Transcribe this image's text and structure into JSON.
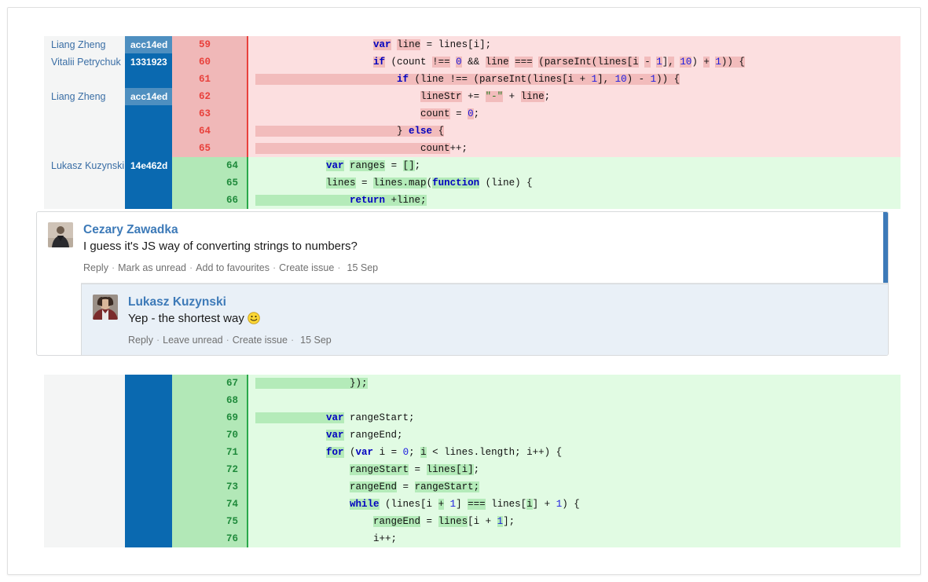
{
  "diff_top": {
    "rows": [
      {
        "author": "Liang Zheng",
        "hash": "acc14ed",
        "hash_shade": "light",
        "num": "59",
        "type": "del",
        "code_html": "                    <span class=\"w kw\">var</span> <span class=\"w\">line</span> = lines[i];"
      },
      {
        "author": "Vitalii Petrychuk",
        "hash": "1331923",
        "hash_shade": "dark",
        "num": "60",
        "type": "del",
        "code_html": "                    <span class=\"w kw\">if</span> (count <span class=\"w\">!==</span> <span class=\"w num\">0</span> &amp;&amp; <span class=\"w\">line</span> <span class=\"w\">===</span> <span class=\"w\">(parseInt(lines[i</span> <span class=\"w\">-</span> <span class=\"w num\">1</span>]<span class=\"w\">,</span> <span class=\"w num\">10</span>) <span class=\"w\">+</span> <span class=\"w num\">1</span><span class=\"w\">)) {</span>"
      },
      {
        "author": "",
        "hash": "",
        "hash_shade": "dark",
        "num": "61",
        "type": "del",
        "code_html": "<span class=\"w\">                        <span class=\"kw\">if</span> (line !== (parseInt(lines[i + <span class=\"num\">1</span>], <span class=\"num\">10</span>) - <span class=\"num\">1</span>)) {</span>"
      },
      {
        "author": "Liang Zheng",
        "hash": "acc14ed",
        "hash_shade": "light",
        "num": "62",
        "type": "del",
        "code_html": "                            <span class=\"w\">lineStr</span> += <span class=\"w str\">\"-\"</span> + <span class=\"w\">line</span>;"
      },
      {
        "author": "",
        "hash": "",
        "hash_shade": "light",
        "num": "63",
        "type": "del",
        "code_html": "                            <span class=\"w\">count</span> = <span class=\"w num\">0</span>;"
      },
      {
        "author": "",
        "hash": "",
        "hash_shade": "light",
        "num": "64",
        "type": "del",
        "code_html": "<span class=\"w\">                        } <span class=\"kw\">else</span> {</span>"
      },
      {
        "author": "",
        "hash": "",
        "hash_shade": "light",
        "num": "65",
        "type": "del",
        "code_html": "<span class=\"w\">                            count</span>++;"
      },
      {
        "author": "Lukasz Kuzynski",
        "hash": "14e462d",
        "hash_shade": "dark",
        "num": "64",
        "type": "add",
        "code_html": "            <span class=\"w kw\">var</span> <span class=\"w\">ranges</span> = <span class=\"w\">[]</span>;"
      },
      {
        "author": "",
        "hash": "",
        "hash_shade": "dark",
        "num": "65",
        "type": "add",
        "code_html": "            <span class=\"w\">lines</span> = <span class=\"w\">lines.map</span>(<span class=\"w kw\">function</span> (line) {"
      },
      {
        "author": "",
        "hash": "",
        "hash_shade": "dark",
        "num": "66",
        "type": "add",
        "code_html": "<span class=\"w\">                <span class=\"kw\">return</span> +line;</span>"
      }
    ]
  },
  "comments": {
    "main": {
      "author": "Cezary Zawadka",
      "text": "I guess it's JS way of converting strings to numbers?",
      "actions": [
        "Reply",
        "Mark as unread",
        "Add to favourites",
        "Create issue"
      ],
      "date": "15 Sep",
      "unread": true
    },
    "reply": {
      "author": "Lukasz Kuzynski",
      "text": "Yep - the shortest way",
      "emoji": "smiley-face-icon",
      "actions": [
        "Reply",
        "Leave unread",
        "Create issue"
      ],
      "date": "15 Sep"
    }
  },
  "diff_bottom": {
    "rows": [
      {
        "author": "",
        "hash": "",
        "num": "67",
        "type": "add",
        "code_html": "<span class=\"w\">                });</span>"
      },
      {
        "author": "",
        "hash": "",
        "num": "68",
        "type": "add",
        "code_html": ""
      },
      {
        "author": "",
        "hash": "",
        "num": "69",
        "type": "add",
        "code_html": "<span class=\"w\">            <span class=\"kw\">var</span></span> rangeStart;"
      },
      {
        "author": "",
        "hash": "",
        "num": "70",
        "type": "add",
        "code_html": "            <span class=\"w kw\">var</span> rangeEnd;"
      },
      {
        "author": "",
        "hash": "",
        "num": "71",
        "type": "add",
        "code_html": "            <span class=\"w kw\">for</span> (<span class=\"kw\">var</span> i = <span class=\"num\">0</span>; <span class=\"w\">i</span> &lt; lines.length; i++) {"
      },
      {
        "author": "",
        "hash": "",
        "num": "72",
        "type": "add",
        "code_html": "                <span class=\"w\">rangeStart</span> = <span class=\"w\">lines[i]</span>;"
      },
      {
        "author": "",
        "hash": "",
        "num": "73",
        "type": "add",
        "code_html": "                <span class=\"w\">rangeEnd</span> = <span class=\"w\">rangeStart;</span>"
      },
      {
        "author": "",
        "hash": "",
        "num": "74",
        "type": "add",
        "code_html": "                <span class=\"w kw\">while</span> (lines[i <span class=\"w\">+</span> <span class=\"num\">1</span>] <span class=\"w\">===</span> lines[<span class=\"w\">i</span>] + <span class=\"num\">1</span>) {"
      },
      {
        "author": "",
        "hash": "",
        "num": "75",
        "type": "add",
        "code_html": "                    <span class=\"w\">rangeEnd</span> = <span class=\"w\">lines</span>[i + <span class=\"w num\">1</span>];"
      },
      {
        "author": "",
        "hash": "",
        "num": "76",
        "type": "add",
        "code_html": "                    i++;"
      }
    ]
  },
  "colors": {
    "added_bg": "#e1fbe3",
    "added_gutter": "#b2e8b7",
    "added_accent": "#2aa84a",
    "removed_bg": "#fcdfe0",
    "removed_gutter": "#f0b8b8",
    "removed_accent": "#e8413c",
    "hash_blue_dark": "#0a69b0",
    "hash_blue_light": "#4e8fc0",
    "author_blue": "#3d7ab8",
    "reply_bg": "#e9f0f7"
  }
}
